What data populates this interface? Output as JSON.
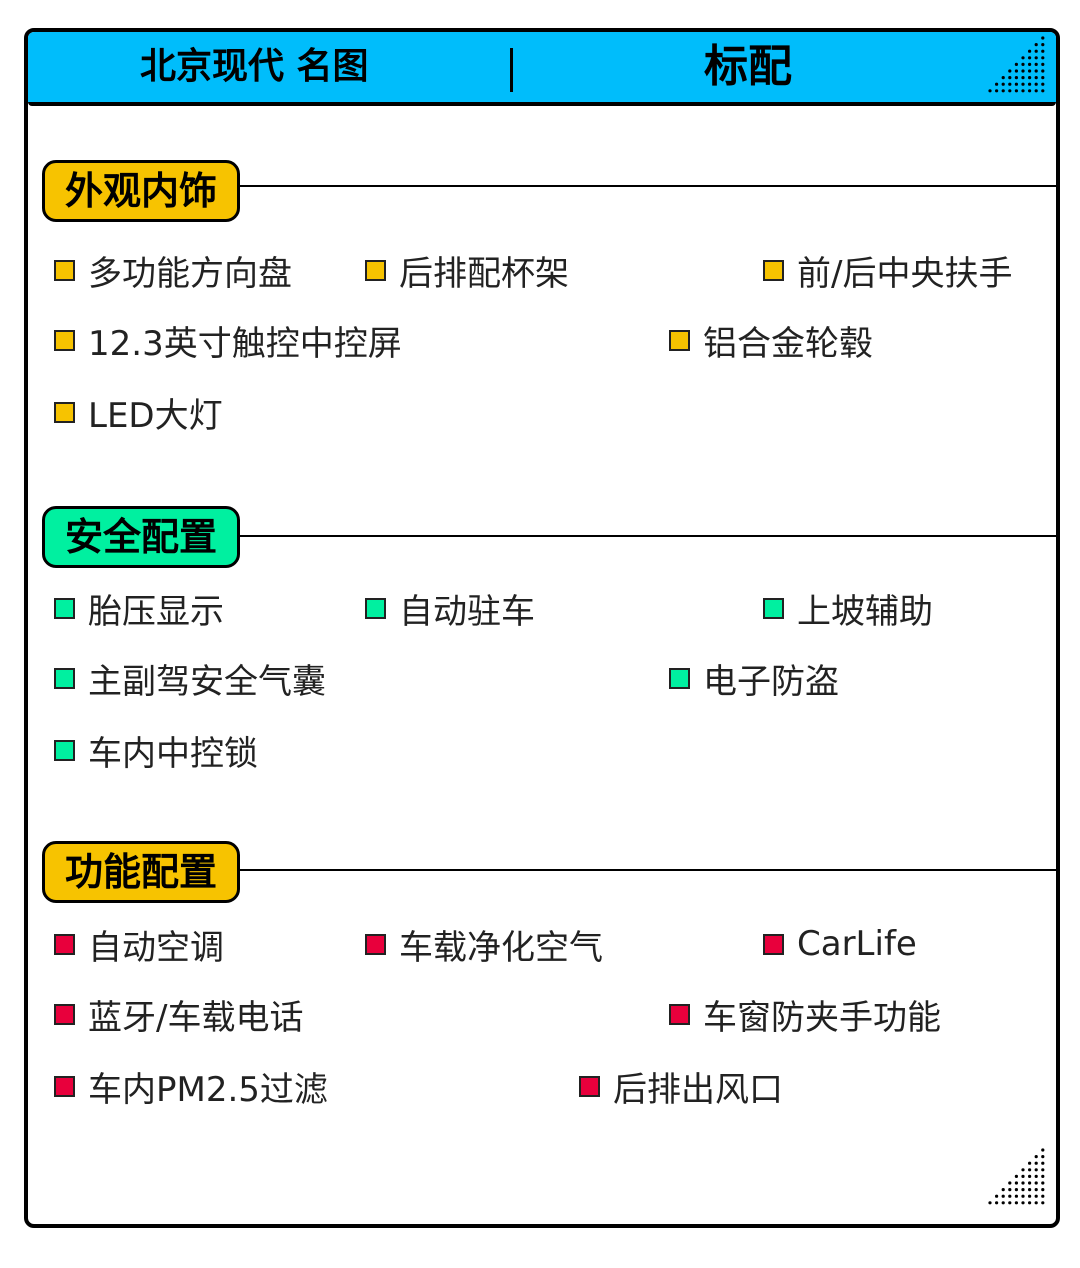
{
  "header": {
    "model": "北京现代 名图",
    "trim": "标配"
  },
  "colors": {
    "header": "#00BDFB",
    "exterior": "#F7C300",
    "safety": "#00F0A0",
    "function": "#E8003C"
  },
  "sections": [
    {
      "title": "外观内饰",
      "items": [
        "多功能方向盘",
        "后排配杯架",
        "前/后中央扶手",
        "12.3英寸触控中控屏",
        "铝合金轮毂",
        "LED大灯"
      ]
    },
    {
      "title": "安全配置",
      "items": [
        "胎压显示",
        "自动驻车",
        "上坡辅助",
        "主副驾安全气囊",
        "电子防盗",
        "车内中控锁"
      ]
    },
    {
      "title": "功能配置",
      "items": [
        "自动空调",
        "车载净化空气",
        "CarLife",
        "蓝牙/车载电话",
        "车窗防夹手功能",
        "车内PM2.5过滤",
        "后排出风口"
      ]
    }
  ]
}
